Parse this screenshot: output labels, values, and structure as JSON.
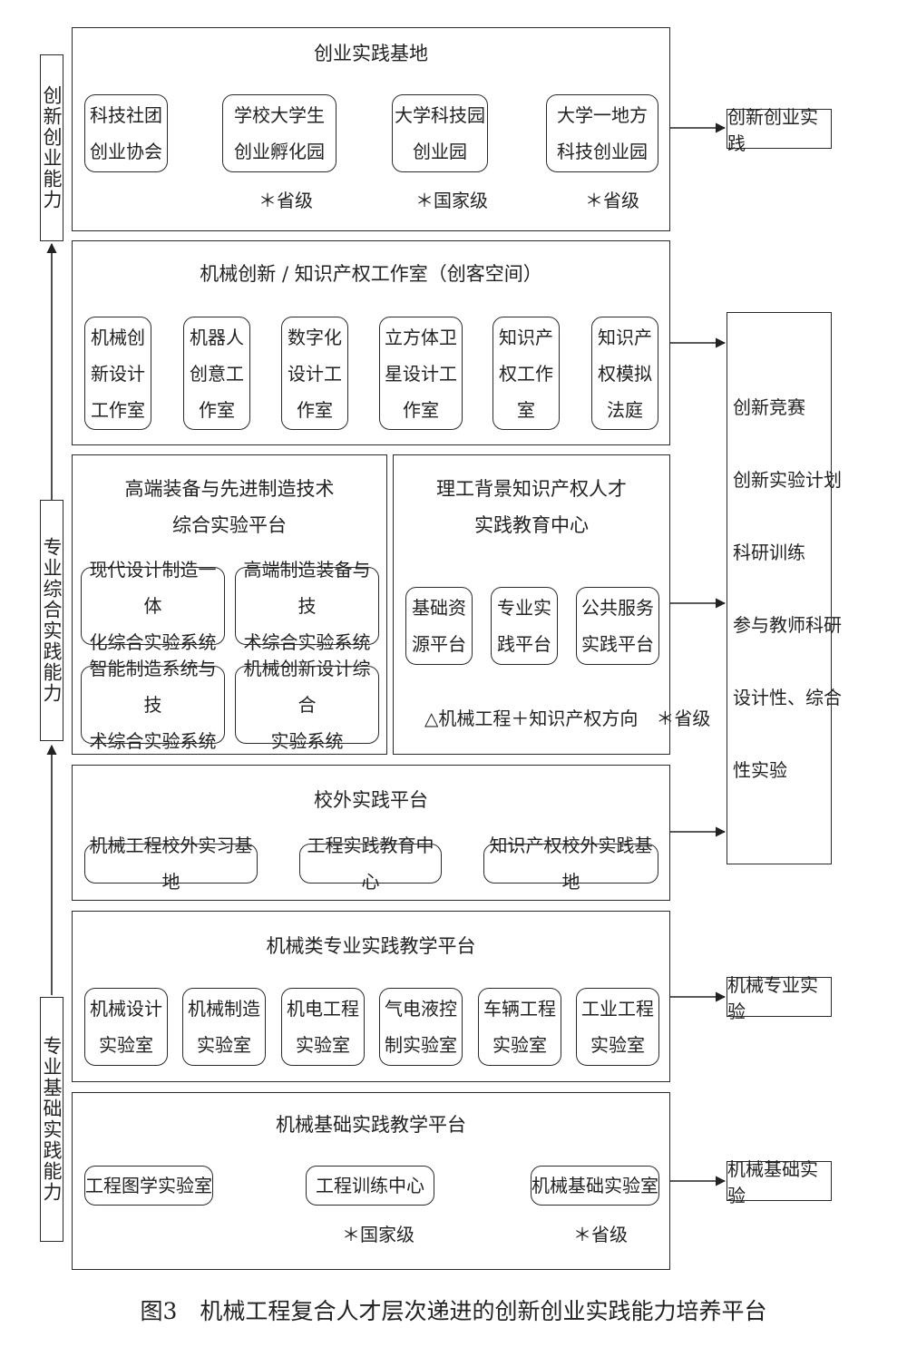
{
  "left_abilities": {
    "innovation": "创新创业能力",
    "comprehensive": "专业综合实践能力",
    "foundation": "专业基础实践能力"
  },
  "p1": {
    "title": "创业实践基地",
    "items": [
      "科技社团\n创业协会",
      "学校大学生\n创业孵化园",
      "大学科技园\n创业园",
      "大学一地方\n科技创业园"
    ],
    "notes": [
      "＊省级",
      "＊国家级",
      "＊省级"
    ]
  },
  "p2": {
    "title": "机械创新 / 知识产权工作室（创客空间）",
    "items": [
      "机械创\n新设计\n工作室",
      "机器人\n创意工\n作室",
      "数字化\n设计工\n作室",
      "立方体卫\n星设计工\n作室",
      "知识产\n权工作\n室",
      "知识产\n权模拟\n法庭"
    ]
  },
  "p3a": {
    "title": "高端装备与先进制造技术\n综合实验平台",
    "items": [
      "现代设计制造一体\n化综合实验系统",
      "高端制造装备与技\n术综合实验系统",
      "智能制造系统与技\n术综合实验系统",
      "机械创新设计综合\n实验系统"
    ]
  },
  "p3b": {
    "title": "理工背景知识产权人才\n实践教育中心",
    "items": [
      "基础资\n源平台",
      "专业实\n践平台",
      "公共服务\n实践平台"
    ],
    "note": "△机械工程＋知识产权方向　＊省级"
  },
  "p4": {
    "title": "校外实践平台",
    "items": [
      "机械工程校外实习基地",
      "工程实践教育中心",
      "知识产权校外实践基地"
    ]
  },
  "p5": {
    "title": "机械类专业实践教学平台",
    "items": [
      "机械设计\n实验室",
      "机械制造\n实验室",
      "机电工程\n实验室",
      "气电液控\n制实验室",
      "车辆工程\n实验室",
      "工业工程\n实验室"
    ]
  },
  "p6": {
    "title": "机械基础实践教学平台",
    "items": [
      "工程图学实验室",
      "工程训练中心",
      "机械基础实验室"
    ],
    "notes": [
      "＊国家级",
      "＊省级"
    ]
  },
  "outputs": {
    "innovation_practice": "创新创业实践",
    "list": [
      "创新竞赛",
      "创新实验计划",
      "科研训练",
      "参与教师科研",
      "设计性、综合",
      "性实验"
    ],
    "professional_experiment": "机械专业实验",
    "basic_experiment": "机械基础实验"
  },
  "caption": "图3　机械工程复合人才层次递进的创新创业实践能力培养平台"
}
